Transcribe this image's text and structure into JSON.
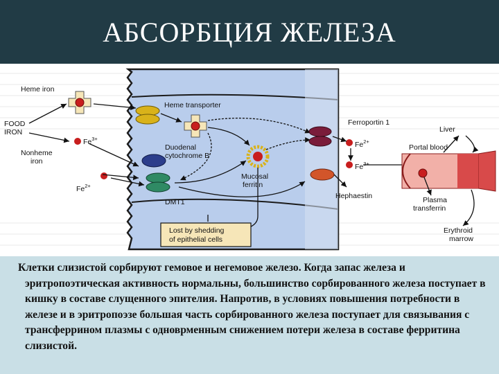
{
  "title": "АБСОРБЦИЯ  ЖЕЛЕЗА",
  "figure": {
    "labels": {
      "heme_iron": "Heme iron",
      "food_iron_1": "FOOD",
      "food_iron_2": "IRON",
      "nonheme_1": "Nonheme",
      "nonheme_2": "iron",
      "fe3_base": "Fe",
      "fe3_sup": "3+",
      "fe2_base": "Fe",
      "fe2_sup": "2+",
      "heme_transporter": "Heme transporter",
      "duodenal_1": "Duodenal",
      "duodenal_2": "cytochrome B",
      "dmt1": "DMT1",
      "mucosal_1": "Mucosal",
      "mucosal_2": "ferritin",
      "ferroportin": "Ferroportin 1",
      "fe2_right_base": "Fe",
      "fe2_right_sup": "2+",
      "fe3_right_base": "Fe",
      "fe3_right_sup": "3+",
      "hephaestin": "Hephaestin",
      "liver": "Liver",
      "portal_blood": "Portal blood",
      "plasma_1": "Plasma",
      "plasma_2": "transferrin",
      "erythroid_1": "Erythroid",
      "erythroid_2": "marrow",
      "lost_1": "Lost by shedding",
      "lost_2": "of epithelial cells"
    },
    "colors": {
      "cell": "#b9cdec",
      "cell_border": "#1b1b1b",
      "heme_cross": "#f6e6b8",
      "iron": "#c81e1e",
      "transporter": "#d9b21a",
      "cytochrome": "#2c3e8c",
      "dmt1": "#2f8a64",
      "ferroportin": "#7a1c3a",
      "hephaestin": "#d2552a",
      "vessel": "#d84a4a"
    }
  },
  "caption": "Клетки слизистой сорбируют гемовое и негемовое железо. Когда запас железа и эритропоэтическая активность нормальны, большинство сорбированного железа поступает в кишку в составе слущенного эпителия. Напротив, в условиях повышения потребности в железе и в эритропоэзе большая часть сорбированного железа поступает для связывания с трансферрином плазмы с одноврменным снижением потери железа в составе ферритина слизистой."
}
